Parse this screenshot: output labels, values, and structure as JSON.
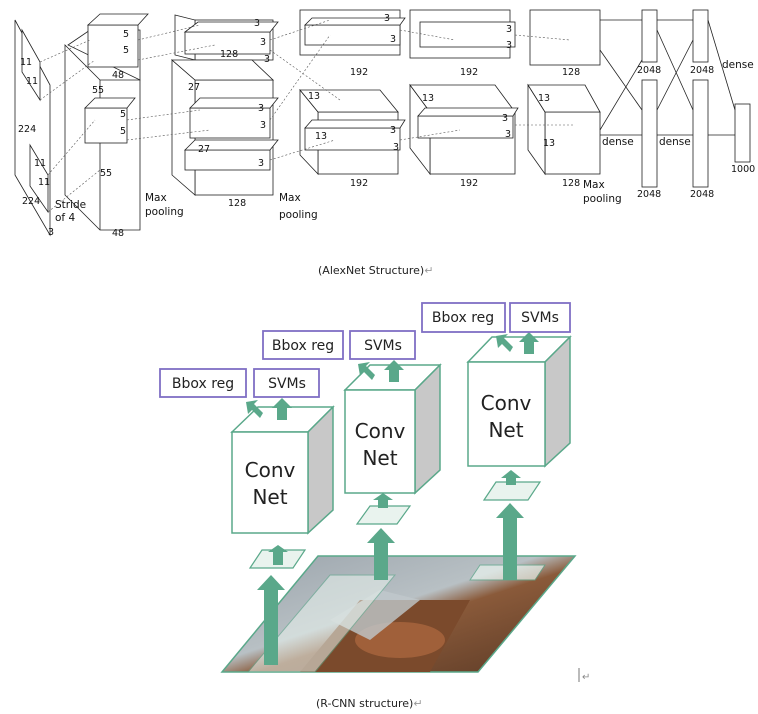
{
  "alexnet": {
    "caption": "(AlexNet Structure)",
    "return_mark": "↵",
    "input": {
      "size_h": "224",
      "size_w": "224",
      "depth": "3",
      "kernel_top": "11",
      "kernel_bottom": "11",
      "kernel_small_a": "11",
      "kernel_small_b": "11"
    },
    "stride": {
      "line1": "Stride",
      "line2": "of 4"
    },
    "conv1": {
      "size": "55",
      "size2": "55",
      "depth_top": "48",
      "depth_bottom": "48",
      "k1": "5",
      "k2": "5",
      "k3": "5",
      "k4": "5"
    },
    "pool1": {
      "line1": "Max",
      "line2": "pooling"
    },
    "conv2": {
      "size": "27",
      "size2": "27",
      "depth_top": "128",
      "depth_bottom": "128",
      "k": [
        "3",
        "3",
        "3",
        "3",
        "3",
        "3"
      ]
    },
    "pool2": {
      "line1": "Max",
      "line2": "pooling"
    },
    "conv3": {
      "size": "13",
      "size2": "13",
      "depth_top": "192",
      "depth_bottom": "192",
      "k": [
        "3",
        "3",
        "3",
        "3"
      ]
    },
    "conv4": {
      "size": "13",
      "depth_top": "192",
      "depth_bottom": "192",
      "k": [
        "3",
        "3",
        "3",
        "3"
      ]
    },
    "conv5": {
      "size": "13",
      "size2": "13",
      "depth_top": "128",
      "depth_bottom": "128"
    },
    "pool3": {
      "line1": "Max",
      "line2": "pooling"
    },
    "fc": {
      "dense1": "dense",
      "dense2": "dense",
      "dense3": "dense",
      "n1_top": "2048",
      "n1_bottom": "2048",
      "n2_top": "2048",
      "n2_bottom": "2048",
      "out": "1000"
    }
  },
  "rcnn": {
    "caption": "(R-CNN structure)",
    "return_mark": "↵",
    "cursor_mark": "↵",
    "heads": [
      {
        "bbox": "Bbox reg",
        "svms": "SVMs",
        "conv_line1": "Conv",
        "conv_line2": "Net"
      },
      {
        "bbox": "Bbox reg",
        "svms": "SVMs",
        "conv_line1": "Conv",
        "conv_line2": "Net"
      },
      {
        "bbox": "Bbox reg",
        "svms": "SVMs",
        "conv_line1": "Conv",
        "conv_line2": "Net"
      }
    ],
    "colors": {
      "green": "#5aa88a",
      "green_fill": "#e9f3ee",
      "purple": "#7f6fc4",
      "cube_side": "#c8c8c8",
      "cube_edge": "#5aa88a"
    }
  }
}
